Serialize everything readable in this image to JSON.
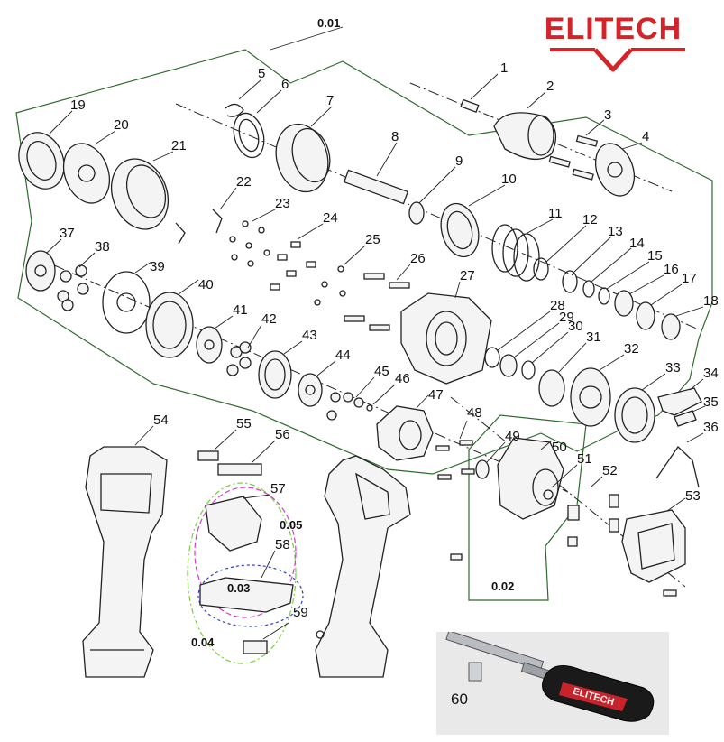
{
  "brand": {
    "name": "ELITECH",
    "color": "#d4242a"
  },
  "groups": [
    {
      "id": "0.01",
      "label": "0.01"
    },
    {
      "id": "0.02",
      "label": "0.02"
    },
    {
      "id": "0.03",
      "label": "0.03"
    },
    {
      "id": "0.04",
      "label": "0.04"
    },
    {
      "id": "0.05",
      "label": "0.05"
    }
  ],
  "parts": [
    "1",
    "2",
    "3",
    "4",
    "5",
    "6",
    "7",
    "8",
    "9",
    "10",
    "11",
    "12",
    "13",
    "14",
    "15",
    "16",
    "17",
    "18",
    "19",
    "20",
    "21",
    "22",
    "23",
    "24",
    "25",
    "26",
    "27",
    "28",
    "29",
    "30",
    "31",
    "32",
    "33",
    "34",
    "35",
    "36",
    "37",
    "38",
    "39",
    "40",
    "41",
    "42",
    "43",
    "44",
    "45",
    "46",
    "47",
    "48",
    "49",
    "50",
    "51",
    "52",
    "53",
    "54",
    "55",
    "56",
    "57",
    "58",
    "59"
  ],
  "accessory": {
    "label": "60",
    "handle_brand": "ELITECH"
  },
  "colors": {
    "line": "#222222",
    "group_green": "#2e6b2e",
    "group_magenta": "#d23cc8",
    "group_blue": "#2d3fc9",
    "group_lime": "#7ccc3c",
    "accent_red": "#d4242a"
  }
}
